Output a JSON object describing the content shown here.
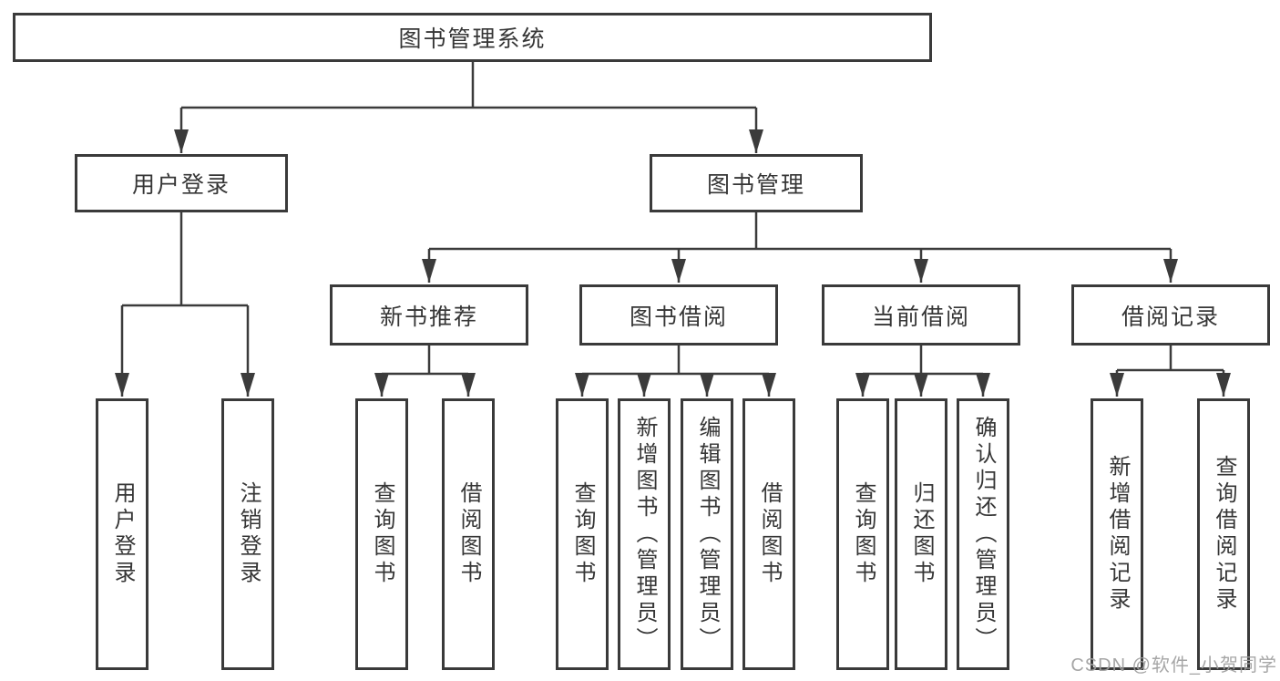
{
  "diagram": {
    "title": "图书管理系统",
    "root": {
      "label": "图书管理系统"
    },
    "level2": [
      {
        "label": "用户登录"
      },
      {
        "label": "图书管理"
      }
    ],
    "level3": [
      {
        "label": "新书推荐",
        "parent": "图书管理"
      },
      {
        "label": "图书借阅",
        "parent": "图书管理"
      },
      {
        "label": "当前借阅",
        "parent": "图书管理"
      },
      {
        "label": "借阅记录",
        "parent": "图书管理"
      }
    ],
    "leaves": [
      {
        "label": "用户登录",
        "parent": "用户登录"
      },
      {
        "label": "注销登录",
        "parent": "用户登录"
      },
      {
        "label": "查询图书",
        "parent": "新书推荐"
      },
      {
        "label": "借阅图书",
        "parent": "新书推荐"
      },
      {
        "label": "查询图书",
        "parent": "图书借阅"
      },
      {
        "label": "新增图书（管理员）",
        "parent": "图书借阅"
      },
      {
        "label": "编辑图书（管理员）",
        "parent": "图书借阅"
      },
      {
        "label": "借阅图书",
        "parent": "图书借阅"
      },
      {
        "label": "查询图书",
        "parent": "当前借阅"
      },
      {
        "label": "归还图书",
        "parent": "当前借阅"
      },
      {
        "label": "确认归还（管理员）",
        "parent": "当前借阅"
      },
      {
        "label": "新增借阅记录",
        "parent": "借阅记录"
      },
      {
        "label": "查询借阅记录",
        "parent": "借阅记录"
      }
    ]
  },
  "watermark": {
    "text": "CSDN @软件_小贺同学"
  },
  "colors": {
    "line": "#3b3b3b",
    "border": "#3a3a3a",
    "text": "#363636",
    "watermark": "#9e9e9e",
    "background": "#ffffff"
  }
}
